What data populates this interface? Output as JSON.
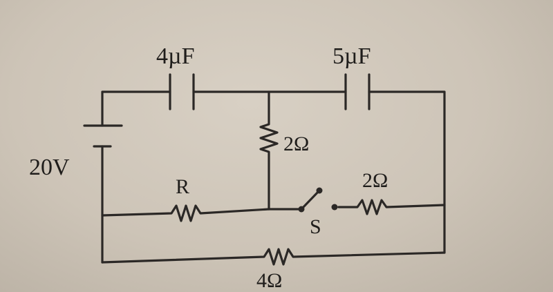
{
  "diagram": {
    "labels": {
      "cap_left": "4µF",
      "cap_right": "5µF",
      "battery": "20V",
      "res_middle": "2Ω",
      "res_R": "R",
      "res_right": "2Ω",
      "switch": "S",
      "res_bottom": "4Ω"
    },
    "colors": {
      "ink": "#2b2826",
      "paper": "#d3cbbf"
    }
  }
}
